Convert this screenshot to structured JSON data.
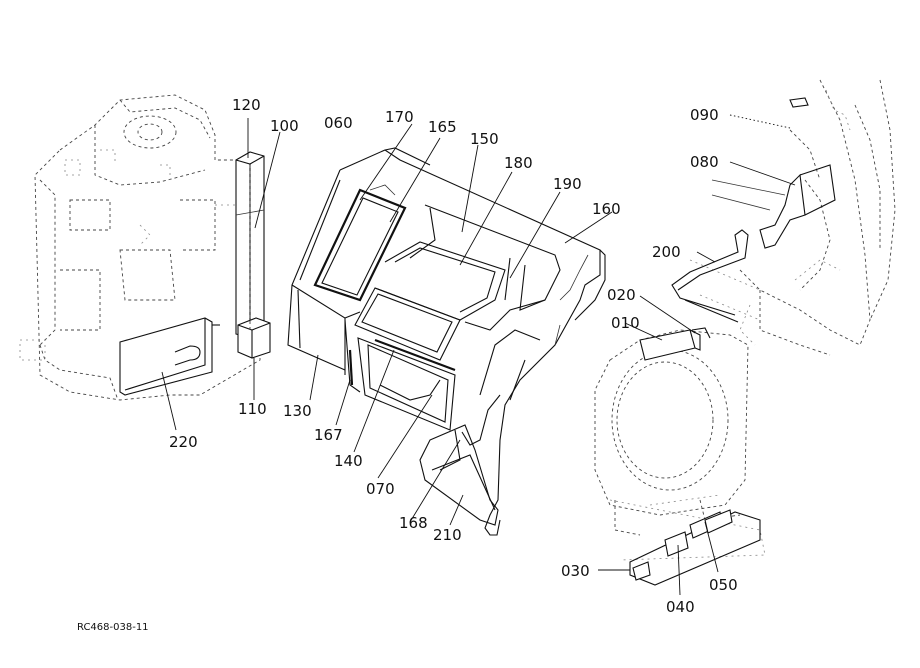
{
  "figure_code": "RC468-038-11",
  "callouts": {
    "c090": "090",
    "c080": "080",
    "c200": "200",
    "c020": "020",
    "c010": "010",
    "c120": "120",
    "c100": "100",
    "c060": "060",
    "c170": "170",
    "c165": "165",
    "c150": "150",
    "c180": "180",
    "c190": "190",
    "c160": "160",
    "c110": "110",
    "c130": "130",
    "c220": "220",
    "c167": "167",
    "c140": "140",
    "c070": "070",
    "c168": "168",
    "c210": "210",
    "c030": "030",
    "c040": "040",
    "c050": "050"
  }
}
